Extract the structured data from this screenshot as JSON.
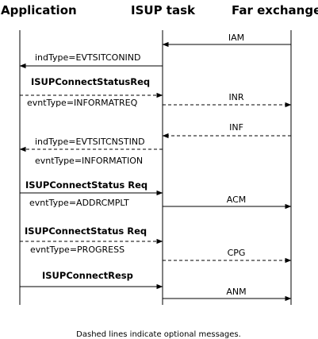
{
  "participants": {
    "application": "Application",
    "isup_task": "ISUP task",
    "far_exchange": "Far exchange"
  },
  "messages": [
    {
      "label": "IAM",
      "from": "far_exchange",
      "to": "isup_task",
      "style": "solid",
      "bold": false
    },
    {
      "label": "indType=EVTSITCONIND",
      "from": "isup_task",
      "to": "application",
      "style": "solid",
      "bold": false
    },
    {
      "label": "ISUPConnectStatusReq",
      "sublabel": "evntType=INFORMATREQ",
      "from": "application",
      "to": "isup_task",
      "style": "dashed",
      "bold": true
    },
    {
      "label": "INR",
      "from": "isup_task",
      "to": "far_exchange",
      "style": "dashed",
      "bold": false
    },
    {
      "label": "INF",
      "from": "far_exchange",
      "to": "isup_task",
      "style": "dashed",
      "bold": false
    },
    {
      "label": "indType=EVTSITCNSTIND",
      "sublabel": "evntType=INFORMATION",
      "from": "isup_task",
      "to": "application",
      "style": "dashed",
      "bold": false
    },
    {
      "label": "ISUPConnectStatus Req",
      "sublabel": "evntType=ADDRCMPLT",
      "from": "application",
      "to": "isup_task",
      "style": "solid",
      "bold": true
    },
    {
      "label": "ACM",
      "from": "isup_task",
      "to": "far_exchange",
      "style": "solid",
      "bold": false
    },
    {
      "label": "ISUPConnectStatus Req",
      "sublabel": "evntType=PROGRESS",
      "from": "application",
      "to": "isup_task",
      "style": "dashed",
      "bold": true
    },
    {
      "label": "CPG",
      "from": "isup_task",
      "to": "far_exchange",
      "style": "dashed",
      "bold": false
    },
    {
      "label": "ISUPConnectResp",
      "from": "application",
      "to": "isup_task",
      "style": "solid",
      "bold": true
    },
    {
      "label": "ANM",
      "from": "isup_task",
      "to": "far_exchange",
      "style": "solid",
      "bold": false
    }
  ],
  "footnote": "Dashed lines indicate optional messages."
}
